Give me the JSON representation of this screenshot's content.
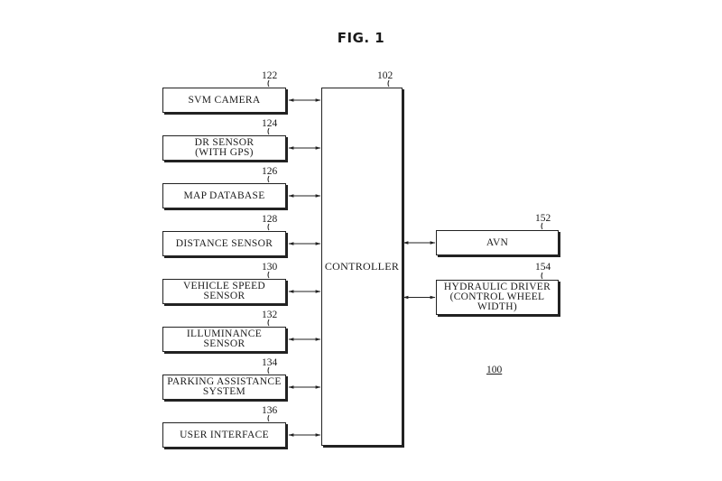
{
  "figure": {
    "title": "FIG. 1",
    "system_ref": "100"
  },
  "controller": {
    "label": "CONTROLLER",
    "ref": "102"
  },
  "left_blocks": [
    {
      "label": "SVM CAMERA",
      "ref": "122"
    },
    {
      "label": "DR SENSOR\n(WITH GPS)",
      "ref": "124"
    },
    {
      "label": "MAP DATABASE",
      "ref": "126"
    },
    {
      "label": "DISTANCE SENSOR",
      "ref": "128"
    },
    {
      "label": "VEHICLE SPEED\nSENSOR",
      "ref": "130"
    },
    {
      "label": "ILLUMINANCE\nSENSOR",
      "ref": "132"
    },
    {
      "label": "PARKING ASSISTANCE\nSYSTEM",
      "ref": "134"
    },
    {
      "label": "USER INTERFACE",
      "ref": "136"
    }
  ],
  "right_blocks": [
    {
      "label": "AVN",
      "ref": "152"
    },
    {
      "label": "HYDRAULIC DRIVER\n(CONTROL WHEEL\nWIDTH)",
      "ref": "154"
    }
  ]
}
